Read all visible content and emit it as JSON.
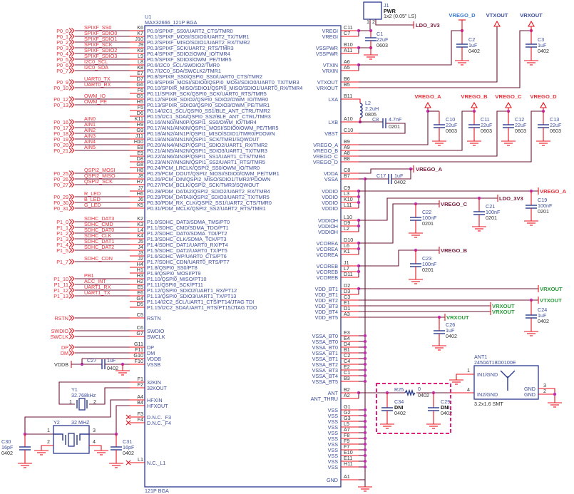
{
  "title": {
    "ref": "U1",
    "part": "MAX32666_121P BGA",
    "footer": "121P BGA"
  },
  "colors": {
    "wire": "#6b1535",
    "pin_stub": "#e8101a",
    "symbol": "#2b3a8f",
    "net_label": "#e8303a",
    "junction": "#c030b0",
    "dni_box": "#e0207a",
    "green_net": "#2a9a3a"
  },
  "left_pins_p0": [
    {
      "pin": "K6",
      "func": "P0.0/SPIXF_SS0/UART2_CTS/TMR0",
      "port": "P0_0",
      "net": "SPIXF_SS0"
    },
    {
      "pin": "K7",
      "func": "P0.1/SPIXF_MOSI/SDIO0/UART2_TX/TMR1",
      "port": "P0_1",
      "net": "SPIXF_SDIO0"
    },
    {
      "pin": "J10",
      "func": "P0.2/SPIXF_MISO/SDIO1/UART2_RX/TMR2",
      "port": "P0_2",
      "net": "SPIXF_SDIO1"
    },
    {
      "pin": "J9",
      "func": "P0.3/SPIXF_SCK/UART2_RTS/TMR3",
      "port": "P0_3",
      "net": "SPIXF_SCK"
    },
    {
      "pin": "K9",
      "func": "P0.4/SPIXF_SDIO2/OWM_IO/TMR4",
      "port": "P0_4",
      "net": "SPIXF_SDIO2"
    },
    {
      "pin": "L9",
      "func": "P0.5/SPIXF_SDIO3/OWM_PE/TMR5",
      "port": "P0_5",
      "net": "SPIXF_SDIO3"
    },
    {
      "pin": "L8",
      "func": "P0.6/I2C0_SCL/SWDIO2/TMR0",
      "port": "P0_6",
      "net": "I2C0_SCL"
    },
    {
      "pin": "K8",
      "func": "P0.7/I2C0_SDA/SWCLK2/TMR1",
      "port": "P0_7",
      "net": "I2C0_SDA"
    },
    {
      "pin": "E7",
      "func": "P0.8/SPIXR_SS0/QSPI0_SS0/UART0_CTS/TMR2"
    },
    {
      "pin": "D7",
      "func": "P0.9/SPIXR_MOSI/SDIO0/QSPI0_MOSI/SDIO0/UART0_TX/TMR3",
      "port": "P0_9",
      "net": "UART0_TX"
    },
    {
      "pin": "G6",
      "func": "P0.10/SPIXR_MISO/SDIO1/QSPI0_MISO/SDIO1/UART0_RX/TMR4",
      "port": "P0_10",
      "net": "UART0_RX"
    },
    {
      "pin": "F6",
      "func": "P0.11/SPIXR_SCK/QSPI0_SCK/UART0_RTS/TMR5"
    },
    {
      "pin": "G5",
      "func": "P0.12/SPIXR_SDIO2/QSPI0_SDIO2/OWM_IO/TMR0",
      "port": "P0_12",
      "net": "OWM_IO"
    },
    {
      "pin": "H5",
      "func": "P0.13/SPIXR_SDIO3/QSPI0_SDIO3/OWM_PE/TMR1",
      "port": "P0_13",
      "net": "OWM_PE"
    },
    {
      "pin": "F5",
      "func": "P0.14/I2C1_SCL/QSPI0_SS1/BLE_ANT_CTRL/TMR2"
    },
    {
      "pin": "D6",
      "func": "P0.15/I2C1_SDA/QSPI0_SS2/BLE_ANT_CTRL/TMR3"
    },
    {
      "pin": "K11",
      "func": "P0.16/AIN0/AIN0P/QSPI1_SS0/OWM_IO/TMR4",
      "port": "P0_16",
      "net": "AIN0"
    },
    {
      "pin": "H9",
      "func": "P0.17/AIN1/AIN0N/QSPI1_MOSI/SDIO0/OWM_PE/TMR5",
      "port": "P0_17",
      "net": "AIN1"
    },
    {
      "pin": "G9",
      "func": "P0.18/AIN2/AIN1P/QSPI1_MISO/SDIO1/TMR0/PDOWN",
      "port": "P0_18",
      "net": "AIN2"
    },
    {
      "pin": "J11",
      "func": "P0.19/AIN3/AIN1N/QSPI1_SCK/TMR1/SQWOUT",
      "port": "P0_19",
      "net": "AIN3"
    },
    {
      "pin": "H10",
      "func": "P0.20/AIN4/AIN2P/QSPI1_SDIO2/UART1_RX/TMR2",
      "port": "P0_20",
      "net": "AIN4"
    },
    {
      "pin": "E8",
      "func": "P0.21/AIN5/AIN2N/QSPI1_SDIO3/UART1_TX/TMR3",
      "port": "P0_21",
      "net": "AIN5"
    },
    {
      "pin": "E9",
      "func": "P0.22/AIN6/AIN3P/QSPI1_SS1/UART1_CTS/TMR4"
    },
    {
      "pin": "D8",
      "func": "P0.23/AIN7/AIN3N/QSPI1_SS2/UART1_RTS/TMR5"
    },
    {
      "pin": "G8",
      "func": "P0.24/PCM_LRCLK/QSPI2_SS0/OWM_IO/TMR0"
    },
    {
      "pin": "H8",
      "func": "P0.25/PCM_DOUT/QSPI2_MOSI/SDIO0/OWM_PE/TMR1",
      "port": "P0_25",
      "net": "QSPI2_MOSI"
    },
    {
      "pin": "J8",
      "func": "P0.26/PCM_DIN/QSPI2_MISO/SDIO1/TMR2/PDOWN",
      "port": "P0_26",
      "net": "QSPI2_MISO"
    },
    {
      "pin": "H7",
      "func": "P0.27/PCM_BCLK/QSPI2_SCK/TMR3/SQWOUT",
      "port": "P0_27",
      "net": "QSPI2_SCK"
    },
    {
      "pin": "J7",
      "func": "P0.28/PDM_DATA2/QSPI2_SDIO2/UART2_RX/TMR4"
    },
    {
      "pin": "H6",
      "func": "P0.29/PDM_DATA3/QSPI2_SDIO3/UART2_TX/TMR5",
      "port": "P0_29",
      "net": "R_LED"
    },
    {
      "pin": "J6",
      "func": "P0.30/PDM_RX_CLK/QSPI2_SS1/UART2_CTS/TMR0",
      "port": "P0_30",
      "net": "B_LED"
    },
    {
      "pin": "K5",
      "func": "P0.31/PDM_MCLK/QSPI2_SS2/UART2_RTS/TMR1",
      "port": "P0_31",
      "net": "G_LED"
    }
  ],
  "left_pins_p1": [
    {
      "pin": "K2",
      "func": "P1.0/SDHC_DAT3/SDMA_TMS/PT0",
      "port": "P1_0",
      "net": "SDHC_DAT3"
    },
    {
      "pin": "K3",
      "func": "P1.1/SDHC_CMD/SDMA_TDO/PT1",
      "port": "P1_1",
      "net": "SDHC_CMD"
    },
    {
      "pin": "L4",
      "func": "P1.2/SDHC_DAT0/SDMA_TDI/PT2",
      "port": "P1_2",
      "net": "SDHC_DAT0"
    },
    {
      "pin": "K4",
      "func": "P1.3/SDHC_CLK/SDMA_TCK/PT3",
      "port": "P1_3",
      "net": "SDHC_CLK"
    },
    {
      "pin": "J5",
      "func": "P1.4/SDHC_DAT1/UART0_RX/PT4",
      "port": "P1_4",
      "net": "SDHC_DAT1"
    },
    {
      "pin": "J4",
      "func": "P1.5/SDHC_DAT2/UART0_TX/PT5",
      "port": "P1_5",
      "net": "SDHC_DAT2"
    },
    {
      "pin": "J3",
      "func": "P1.6/SDHC_WP/UART0_CTS/PT6"
    },
    {
      "pin": "J2",
      "func": "P1.7/SDHC_CDN/UART0_RTS/PT7",
      "port": "P1_7",
      "net": "SDHC_CDN"
    },
    {
      "pin": "H4",
      "func": "P1.8/QSPI0_SS0/PT8"
    },
    {
      "pin": "H1",
      "func": "P1.9/QSPI0_MOSI/PT9"
    },
    {
      "pin": "H3",
      "func": "P1.10/QSPI0_MISO/PT10",
      "port": "P1_10",
      "net": "PB1"
    },
    {
      "pin": "H2",
      "func": "P1.11/QSPI0_SCK/PT11",
      "port": "P1_11",
      "net": "ACC_INT"
    },
    {
      "pin": "E5",
      "func": "P1.12/QSPI0_SDIO2/UART1_RX/PT12",
      "port": "P1_12",
      "net": "UART1_RX"
    },
    {
      "pin": "E6",
      "func": "P1.13/QSPI0_SDIO3/UART1_TX/PT13",
      "port": "P1_13",
      "net": "UART1_TX"
    },
    {
      "pin": "G4",
      "func": "P1.14/I2C2_SCL/UART1_CTS/PT14/JTAG TDI"
    },
    {
      "pin": "D5",
      "func": "P1.15/I2C2_SDA/UART1_RTS/PT15/JTAG TDO"
    }
  ],
  "left_pins_misc": [
    {
      "pin": "C5",
      "func": "RSTN",
      "port": "RSTN"
    },
    {
      "pin": "C6",
      "func": "SWDIO",
      "port": "SWDIO"
    },
    {
      "pin": "G7",
      "func": "SWCLK",
      "port": "SWCLK"
    },
    {
      "pin": "G11",
      "func": "DP",
      "port": "DP"
    },
    {
      "pin": "F11",
      "func": "DM",
      "port": "DM"
    },
    {
      "pin": "G10",
      "func": "VDDB"
    },
    {
      "pin": "F10",
      "func": "VSSB"
    },
    {
      "pin": "F1",
      "func": "32KIN"
    },
    {
      "pin": "F2",
      "func": "32KOUT"
    },
    {
      "pin": "A4",
      "func": "HFXIN"
    },
    {
      "pin": "B4",
      "func": "HFXOUT"
    },
    {
      "pin": "F3",
      "func": "D.N.C._F3",
      "nc": true
    },
    {
      "pin": "F4",
      "func": "D.N.C._F4",
      "nc": true
    },
    {
      "pin": "L1",
      "func": "N.C._L1",
      "nc": true
    }
  ],
  "right_pins": [
    {
      "pin": "C11",
      "func": "VREGI"
    },
    {
      "pin": "C7",
      "func": "VREGI"
    },
    {
      "pin": "B10",
      "func": "VSSPWR"
    },
    {
      "pin": "A11",
      "func": "VSSPWR"
    },
    {
      "pin": "A6",
      "func": "VTXIN"
    },
    {
      "pin": "A5",
      "func": "VRXIN"
    },
    {
      "pin": "B6",
      "func": "VTXOUT"
    },
    {
      "pin": "B5",
      "func": "VRXOUT"
    },
    {
      "pin": "B11",
      "func": "LXA"
    },
    {
      "pin": "A10",
      "func": "LXB"
    },
    {
      "pin": "C10",
      "func": "VBST"
    },
    {
      "pin": "B9",
      "func": "VREGO_A"
    },
    {
      "pin": "A9",
      "func": "VREGO_B"
    },
    {
      "pin": "A8",
      "func": "VREGO_C"
    },
    {
      "pin": "B8",
      "func": "VREGO_D"
    },
    {
      "pin": "C8",
      "func": "VDDA"
    },
    {
      "pin": "B7",
      "func": "VSSA"
    },
    {
      "pin": "C9",
      "func": "VDDIO"
    },
    {
      "pin": "L3",
      "func": "VDDIO"
    },
    {
      "pin": "K10",
      "func": "VDDIO"
    },
    {
      "pin": "L11",
      "func": "VDDIO"
    },
    {
      "pin": "L10",
      "func": "VDDIOH"
    },
    {
      "pin": "D9",
      "func": "VDDIOH"
    },
    {
      "pin": "L2",
      "func": "VDDIOH"
    },
    {
      "pin": "D10",
      "func": "VCOREA"
    },
    {
      "pin": "L6",
      "func": "VCOREA"
    },
    {
      "pin": "K1",
      "func": "VCOREA"
    },
    {
      "pin": "J1",
      "func": "VCOREB"
    },
    {
      "pin": "L7",
      "func": "VCOREB"
    },
    {
      "pin": "D11",
      "func": "VCOREB"
    },
    {
      "pin": "D2",
      "func": "VDD_BT1"
    },
    {
      "pin": "D3",
      "func": "VDD_BT1"
    },
    {
      "pin": "C3",
      "func": "VDD_BT2"
    },
    {
      "pin": "E1",
      "func": "VDD_BT3"
    },
    {
      "pin": "D1",
      "func": "VDD_BT4"
    },
    {
      "pin": "A3",
      "func": "VDD_BT5"
    },
    {
      "pin": "E3",
      "func": "VSSA_BT0"
    },
    {
      "pin": "E4",
      "func": "VSSA_BT0"
    },
    {
      "pin": "D4",
      "func": "VSSA_BT0"
    },
    {
      "pin": "B1",
      "func": "VSSA_BT1"
    },
    {
      "pin": "C2",
      "func": "VSSA_BT1"
    },
    {
      "pin": "C4",
      "func": "VSSA_BT2"
    },
    {
      "pin": "E2",
      "func": "VSSA_BT3"
    },
    {
      "pin": "C1",
      "func": "VSSA_BT4"
    },
    {
      "pin": "B3",
      "func": "VSSA_BT5"
    },
    {
      "pin": "B2",
      "func": "ANT"
    },
    {
      "pin": "A2",
      "func": "ANT_THRU"
    },
    {
      "pin": "G1",
      "func": "VSS"
    },
    {
      "pin": "G2",
      "func": "VSS"
    },
    {
      "pin": "G3",
      "func": "VSS"
    },
    {
      "pin": "L5",
      "func": "VSS"
    },
    {
      "pin": "A7",
      "func": "VSS"
    },
    {
      "pin": "F8",
      "func": "VSS"
    },
    {
      "pin": "F9",
      "func": "VSS"
    },
    {
      "pin": "F7",
      "func": "VSS"
    },
    {
      "pin": "E10",
      "func": "VSS"
    },
    {
      "pin": "E11",
      "func": "VSS"
    },
    {
      "pin": "H11",
      "func": "VSS"
    },
    {
      "pin": "A1",
      "func": "GND"
    }
  ],
  "components": {
    "J1": {
      "ref": "J1",
      "name": "PWR",
      "value": "1x2 (0.05\" LS)",
      "pin1": "1",
      "pin2": "2"
    },
    "C1": {
      "ref": "C1",
      "value": "22uF",
      "package": "0603"
    },
    "C2": {
      "ref": "C2",
      "value": "1uF",
      "package": "0402"
    },
    "C3": {
      "ref": "C3",
      "value": "1uF",
      "package": "0402"
    },
    "L2": {
      "ref": "L2",
      "value": "2.2uH",
      "package": "0805"
    },
    "C8": {
      "ref": "C8",
      "value": "4.7nF",
      "package": "0201"
    },
    "C10": {
      "ref": "C10",
      "value": "22uF",
      "package": "0603"
    },
    "C11": {
      "ref": "C11",
      "value": "22uF",
      "package": "0603"
    },
    "C12": {
      "ref": "C12",
      "value": "22uF",
      "package": "0603"
    },
    "C13": {
      "ref": "C13",
      "value": "22uF",
      "package": "0603"
    },
    "C17": {
      "ref": "C17",
      "value": "1uF",
      "package": "0402"
    },
    "C19": {
      "ref": "C19",
      "value": "100nF",
      "package": "0201"
    },
    "C21": {
      "ref": "C21",
      "value": "100nF",
      "package": "0201"
    },
    "C22": {
      "ref": "C22",
      "value": "100nF",
      "package": "0201"
    },
    "C23": {
      "ref": "C23",
      "value": "100nF",
      "package": "0201"
    },
    "C24": {
      "ref": "C24",
      "value": "1uF",
      "package": "0402"
    },
    "C26": {
      "ref": "C26",
      "value": "1uF",
      "package": "0402"
    },
    "R25": {
      "ref": "R25",
      "value": "0",
      "package": "0402"
    },
    "C34": {
      "ref": "C34",
      "value": "DNI",
      "package": "0402"
    },
    "C29": {
      "ref": "C29",
      "value": "DNI",
      "package": "0402"
    },
    "ANT1": {
      "ref": "ANT1",
      "value": "2450AT18D0100E",
      "package": "3.2x1.6 SMT",
      "pin_in1": "IN1/GND",
      "pin_in2": "IN2/GND",
      "pin_gnd": "GND",
      "pin1": "1",
      "pin4": "4",
      "pin3": "3",
      "pin2": "2"
    },
    "C27": {
      "ref": "C27",
      "value": "1uF",
      "package": "0402"
    },
    "Y1": {
      "ref": "Y1",
      "value": "32.768kHz",
      "pin1": "1",
      "pin2": "2"
    },
    "Y2": {
      "ref": "Y2",
      "value": "32 MHZ",
      "pin1": "1",
      "pin2": "2",
      "pin3": "3",
      "pin4": "4"
    },
    "C30": {
      "ref": "C30",
      "value": "16pF",
      "package": "0402"
    },
    "C31": {
      "ref": "C31",
      "value": "16pF",
      "package": "0402"
    }
  },
  "net_labels": {
    "ldo_top": "LDO_3V3",
    "vrego_d_top": "VREGO_D",
    "vtxout_top": "VTXOUT",
    "vrxout_top": "VRXOUT",
    "vrego_a": "VREGO_A",
    "vrego_b": "VREGO_B",
    "vrego_c": "VREGO_C",
    "vrego_d": "VREGO_D",
    "vdda_vrego_a": "VREGO_A",
    "vddio_vrego_a": "VREGO_A",
    "vddioh_ldo": "LDO_3V3",
    "vcorea_vrego_c": "VREGO_C",
    "vcoreb_vrego_b": "VREGO_B",
    "bt1_vrxout": "VRXOUT",
    "bt2_vtxout": "VTXOUT",
    "bt3_vrxout": "VRXOUT",
    "bt4_vrxout": "VRXOUT",
    "bt5_vrxout": "VRXOUT",
    "vddb": "VDDB"
  }
}
